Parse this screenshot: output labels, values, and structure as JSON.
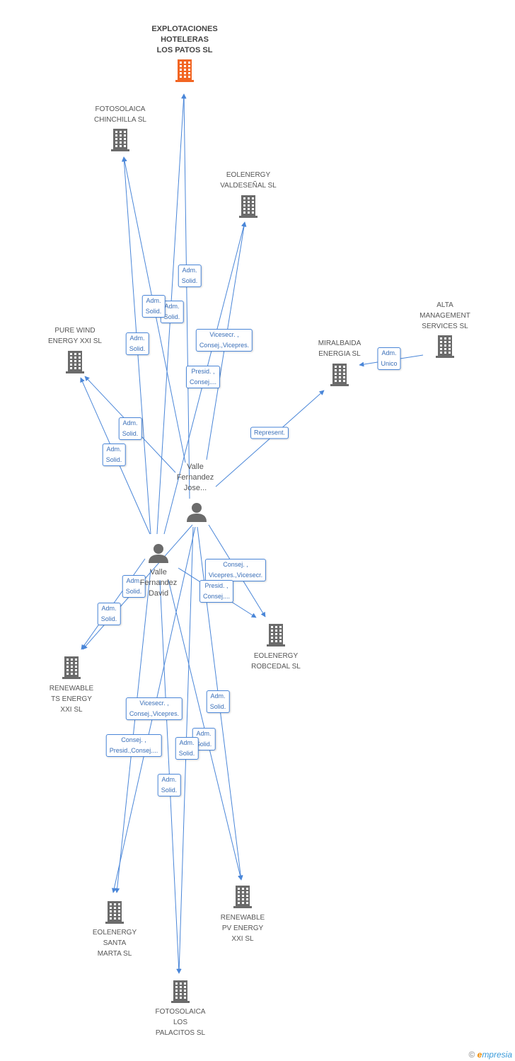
{
  "colors": {
    "edge": "#4a86d8",
    "building": "#6b6b6b",
    "building_main": "#f26522",
    "person": "#6b6b6b"
  },
  "companies": [
    {
      "id": "explotaciones",
      "label": "EXPLOTACIONES\nHOTELERAS\nLOS PATOS SL",
      "main": true,
      "icon": "building-icon"
    },
    {
      "id": "fotosolaica-chinchilla",
      "label": "FOTOSOLAICA\nCHINCHILLA SL",
      "icon": "building-icon"
    },
    {
      "id": "eolenergy-valdesenal",
      "label": "EOLENERGY\nVALDESEÑAL SL",
      "icon": "building-icon"
    },
    {
      "id": "pure-wind",
      "label": "PURE WIND\nENERGY XXI SL",
      "icon": "building-icon"
    },
    {
      "id": "miralbaida",
      "label": "MIRALBAIDA\nENERGIA SL",
      "icon": "building-icon"
    },
    {
      "id": "alta-management",
      "label": "ALTA\nMANAGEMENT\nSERVICES SL",
      "icon": "building-icon"
    },
    {
      "id": "eolenergy-robcedal",
      "label": "EOLENERGY\nROBCEDAL SL",
      "icon": "building-icon"
    },
    {
      "id": "renewable-ts",
      "label": "RENEWABLE\nTS ENERGY\nXXI SL",
      "icon": "building-icon"
    },
    {
      "id": "renewable-pv",
      "label": "RENEWABLE\nPV ENERGY\nXXI SL",
      "icon": "building-icon"
    },
    {
      "id": "eolenergy-santa-marta",
      "label": "EOLENERGY\nSANTA\nMARTA SL",
      "icon": "building-icon"
    },
    {
      "id": "fotosolaica-palacitos",
      "label": "FOTOSOLAICA\nLOS\nPALACITOS SL",
      "icon": "building-icon"
    }
  ],
  "persons": [
    {
      "id": "valle-jose",
      "label": "Valle\nFernandez\nJose...",
      "icon": "person-icon"
    },
    {
      "id": "valle-david",
      "label": "Valle\nFernandez\nDavid",
      "icon": "person-icon"
    }
  ],
  "edges": [
    {
      "from": "valle-jose",
      "to": "explotaciones",
      "label": "Adm.\nSolid."
    },
    {
      "from": "valle-david",
      "to": "explotaciones",
      "label": "Adm.\nSolid."
    },
    {
      "from": "valle-jose",
      "to": "fotosolaica-chinchilla",
      "label": "Adm.\nSolid."
    },
    {
      "from": "valle-david",
      "to": "fotosolaica-chinchilla",
      "label": "Adm.\nSolid."
    },
    {
      "from": "valle-jose",
      "to": "eolenergy-valdesenal",
      "label": "Vicesecr. ,\nConsej.,Vicepres."
    },
    {
      "from": "valle-david",
      "to": "eolenergy-valdesenal",
      "label": "Presid. ,\nConsej...."
    },
    {
      "from": "valle-jose",
      "to": "pure-wind",
      "label": "Adm.\nSolid."
    },
    {
      "from": "valle-david",
      "to": "pure-wind",
      "label": "Adm.\nSolid."
    },
    {
      "from": "valle-jose",
      "to": "miralbaida",
      "label": "Represent."
    },
    {
      "from": "alta-management",
      "to": "miralbaida",
      "label": "Adm.\nUnico"
    },
    {
      "from": "valle-jose",
      "to": "eolenergy-robcedal",
      "label": "Consej. ,\nVicepres.,Vicesecr."
    },
    {
      "from": "valle-david",
      "to": "eolenergy-robcedal",
      "label": "Presid. ,\nConsej...."
    },
    {
      "from": "valle-jose",
      "to": "renewable-ts",
      "label": "Adm.\nSolid."
    },
    {
      "from": "valle-david",
      "to": "renewable-ts",
      "label": "Adm.\nSolid."
    },
    {
      "from": "valle-jose",
      "to": "eolenergy-santa-marta",
      "label": "Vicesecr. ,\nConsej.,Vicepres."
    },
    {
      "from": "valle-david",
      "to": "eolenergy-santa-marta",
      "label": "Consej. ,\nPresid.,Consej...."
    },
    {
      "from": "valle-jose",
      "to": "renewable-pv",
      "label": "Adm.\nSolid."
    },
    {
      "from": "valle-david",
      "to": "renewable-pv",
      "label": "Adm.\nSolid."
    },
    {
      "from": "valle-jose",
      "to": "fotosolaica-palacitos",
      "label": "Adm.\nSolid."
    },
    {
      "from": "valle-david",
      "to": "fotosolaica-palacitos",
      "label": "Adm.\nSolid."
    }
  ],
  "brand": {
    "copyright": "©",
    "first_letter": "e",
    "rest": "mpresia"
  }
}
